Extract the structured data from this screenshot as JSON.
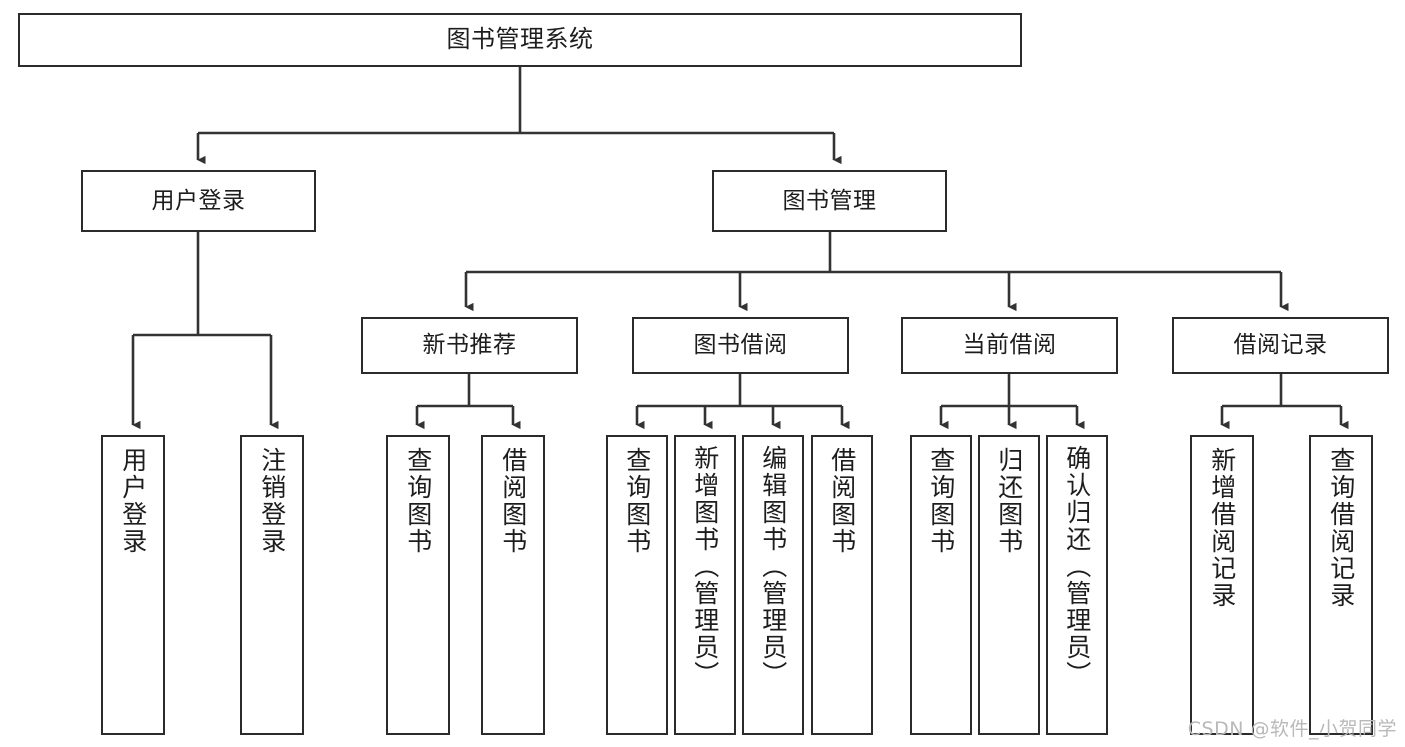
{
  "diagram": {
    "title": "图书管理系统",
    "type": "tree-hierarchy-chart",
    "orientation": "top-down",
    "colors": {
      "box_border": "#2b2b2b",
      "box_fill": "#ffffff",
      "connector": "#333333",
      "text": "#1d1d1d",
      "watermark": "#b9b9b9"
    }
  },
  "nodes": {
    "root": {
      "label": "图书管理系统"
    },
    "level2": [
      {
        "label": "用户登录"
      },
      {
        "label": "图书管理"
      }
    ],
    "level3": [
      {
        "label": "新书推荐"
      },
      {
        "label": "图书借阅"
      },
      {
        "label": "当前借阅"
      },
      {
        "label": "借阅记录"
      }
    ],
    "leaves": {
      "user_login": [
        {
          "label": "用户登录"
        },
        {
          "label": "注销登录"
        }
      ],
      "new_book_recommend": [
        {
          "label": "查询图书"
        },
        {
          "label": "借阅图书"
        }
      ],
      "book_borrow": [
        {
          "label": "查询图书"
        },
        {
          "label": "新增图书（管理员）"
        },
        {
          "label": "编辑图书（管理员）"
        },
        {
          "label": "借阅图书"
        }
      ],
      "current_borrow": [
        {
          "label": "查询图书"
        },
        {
          "label": "归还图书"
        },
        {
          "label": "确认归还（管理员）"
        }
      ],
      "borrow_record": [
        {
          "label": "新增借阅记录"
        },
        {
          "label": "查询借阅记录"
        }
      ]
    }
  },
  "watermark": {
    "text": "CSDN @软件_小贺同学"
  }
}
